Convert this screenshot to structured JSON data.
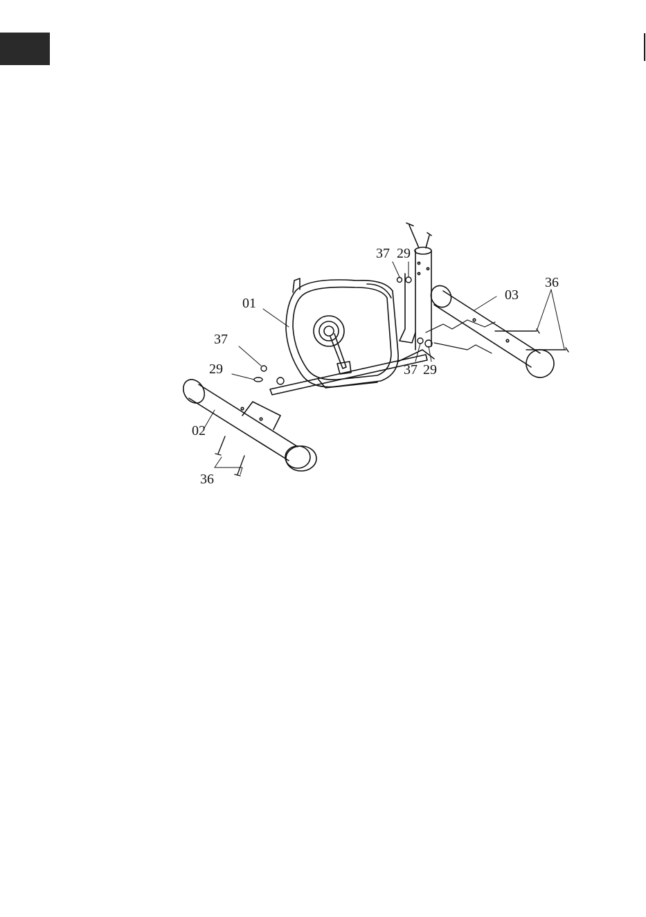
{
  "colors": {
    "ink": "#111111",
    "tab": "#2a2a2a",
    "shade": "#e8e8e8"
  },
  "callouts": {
    "main_frame": "01",
    "front_stabilizer": "02",
    "rear_stabilizer": "03",
    "bolt_front": "36",
    "bolt_rear": "36",
    "nut_front": "37",
    "washer_front": "29",
    "nut_top": "37",
    "washer_top": "29",
    "nut_rear": "37",
    "washer_rear": "29"
  }
}
